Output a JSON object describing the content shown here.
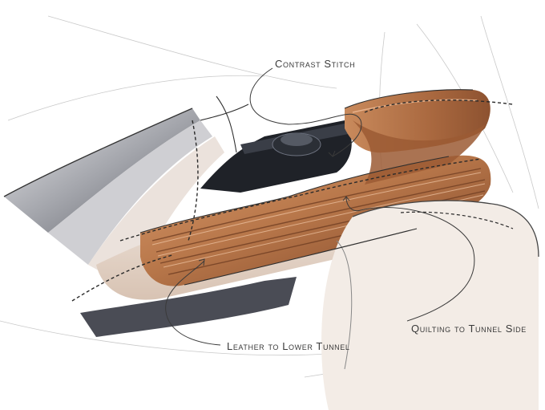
{
  "annotations": {
    "contrast_stitch": "Contrast Stitch",
    "quilting_tunnel_side": "Quilting to Tunnel Side",
    "leather_lower_tunnel": "Leather to Lower Tunnel"
  },
  "colors": {
    "leather": "#b8774a",
    "leather_dark": "#7a4226",
    "leather_light": "#e6b694",
    "trim_beige": "#e7d8cc",
    "shadow_grey": "#4a4c55",
    "console_black": "#1f2228",
    "line": "#2f2f2f"
  }
}
